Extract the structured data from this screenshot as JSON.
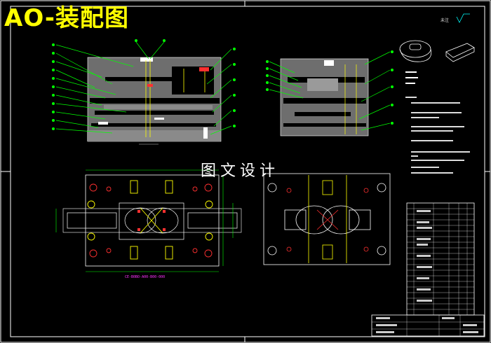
{
  "title": "AO-装配图",
  "watermark": "图文设计",
  "drawing_number": "CE-B0BO-A00-B00-000",
  "roughness_label": "未注",
  "colors": {
    "background": "#000000",
    "frame": "#ffffff",
    "title": "#ffff00",
    "mold_fill": "#6e6e6e",
    "green_leader": "#00ff00",
    "cyan": "#00ffff",
    "yellow": "#ffff00",
    "red": "#ff3030",
    "magenta": "#ff33ff"
  }
}
